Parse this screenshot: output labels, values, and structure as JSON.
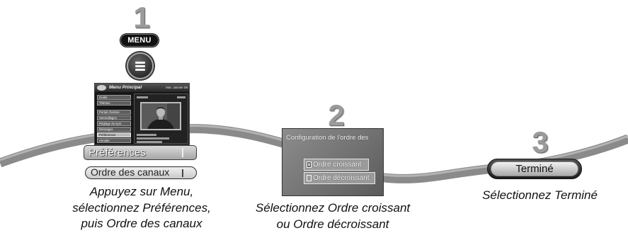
{
  "colors": {
    "band": "#8a8a8a",
    "band_highlight": "#b3b3b3",
    "step_number": "#9b9b9b"
  },
  "step1": {
    "number": "1",
    "remote_key_label": "MENU",
    "screen": {
      "title": "Menu Principal",
      "date": "Mar. Janvier 08",
      "menu_items": [
        "Guide",
        "Thèmes",
        "Portail d'entrée",
        "Verrouillages",
        "Réglage du syst.",
        "Messages",
        "Préférences",
        "Annuler"
      ],
      "selected_index": 6
    },
    "highlighted_option": "Préférences",
    "next_option": "Ordre des canaux",
    "caption": [
      "Appuyez sur Menu,",
      "sélectionnez Préférences,",
      "puis Ordre des canaux"
    ]
  },
  "step2": {
    "number": "2",
    "screen": {
      "title": "Configuration de l'ordre des",
      "options": [
        {
          "label": "Ordre croissant",
          "checked": true
        },
        {
          "label": "Ordre décroissant",
          "checked": false
        }
      ]
    },
    "caption": [
      "Sélectionnez Ordre croissant",
      "ou Ordre décroissant"
    ]
  },
  "step3": {
    "number": "3",
    "button_label": "Terminé",
    "caption": [
      "Sélectionnez Terminé"
    ]
  }
}
